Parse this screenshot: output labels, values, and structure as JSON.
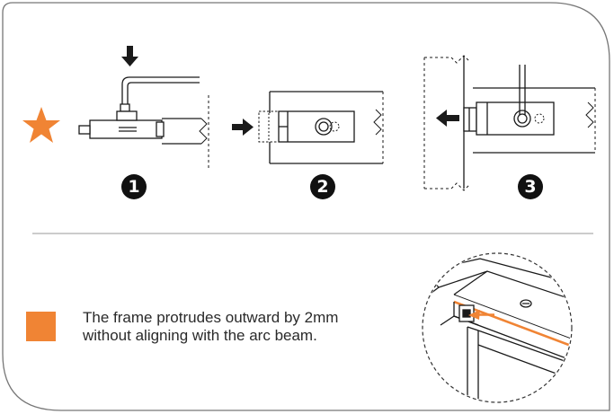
{
  "steps": [
    {
      "number": "1"
    },
    {
      "number": "2"
    },
    {
      "number": "3"
    }
  ],
  "note": {
    "line1": "The frame protrudes outward by 2mm",
    "line2": "without aligning with the arc beam."
  },
  "colors": {
    "accent": "#F08434",
    "ink": "#1a1a1a",
    "border": "#777777",
    "divider": "#999999"
  },
  "icons": {
    "star": "star-icon",
    "square": "orange-square-icon",
    "arrow": "arrow-icon"
  }
}
